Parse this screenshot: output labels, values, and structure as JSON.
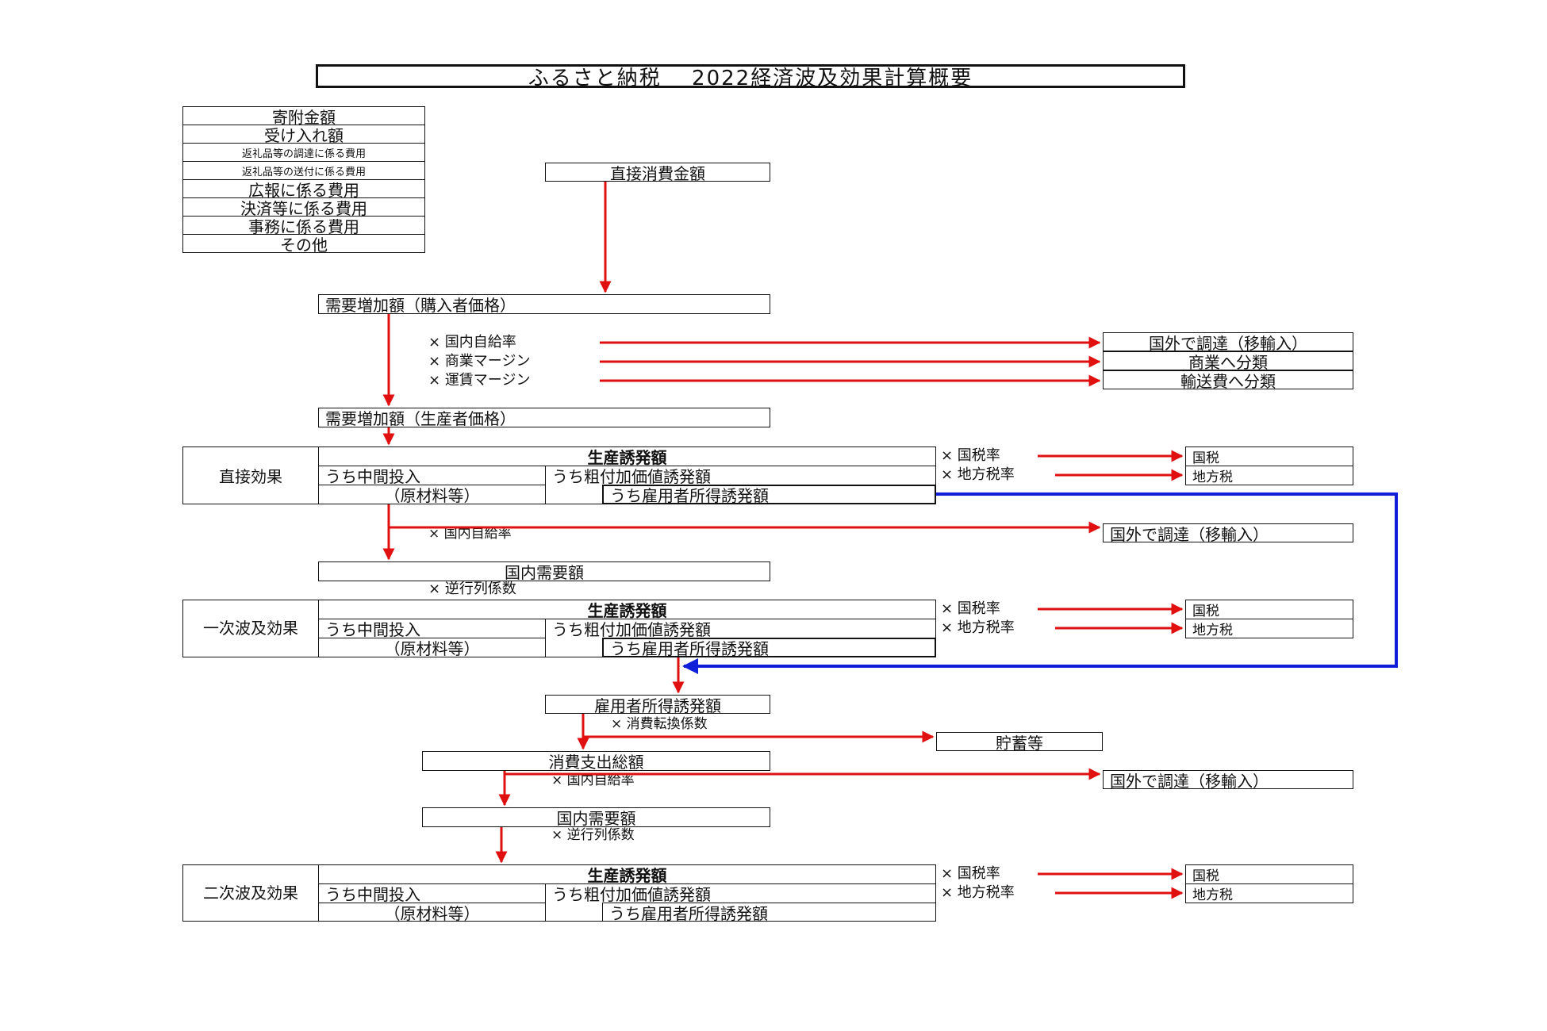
{
  "title": "ふるさと納税　 2022経済波及効果計算概要",
  "expense_list": [
    "寄附金額",
    "受け入れ額",
    "返礼品等の調達に係る費用",
    "返礼品等の送付に係る費用",
    "広報に係る費用",
    "決済等に係る費用",
    "事務に係る費用",
    "その他"
  ],
  "direct_consumption": "直接消費金額",
  "demand_purchaser": "需要増加額（購入者価格）",
  "multipliers_1": {
    "self_sufficiency": "× 国内自給率",
    "commercial_margin": "× 商業マージン",
    "transport_margin": "× 運賃マージン"
  },
  "outcomes_1": {
    "import": "国外で調達（移輸入）",
    "commercial": "商業へ分類",
    "transport": "輸送費へ分類"
  },
  "demand_producer": "需要増加額（生産者価格）",
  "direct_effect": {
    "label": "直接効果",
    "production": "生産誘発額",
    "intermediate": "うち中間投入",
    "materials": "（原材料等）",
    "value_added": "うち粗付加価値誘発額",
    "employee_income": "うち雇用者所得誘発額"
  },
  "tax": {
    "national_rate": "× 国税率",
    "local_rate": "× 地方税率",
    "national": "国税",
    "local": "地方税"
  },
  "self_sufficiency_2": "× 国内自給率",
  "import_2": "国外で調達（移輸入）",
  "domestic_demand_1": "国内需要額",
  "inverse_1": "× 逆行列係数",
  "first_effect": {
    "label": "一次波及効果",
    "production": "生産誘発額",
    "intermediate": "うち中間投入",
    "materials": "（原材料等）",
    "value_added": "うち粗付加価値誘発額",
    "employee_income": "うち雇用者所得誘発額"
  },
  "employee_income_total": "雇用者所得誘発額",
  "consumption_conversion": "× 消費転換係数",
  "savings": "貯蓄等",
  "consumption_total": "消費支出総額",
  "self_sufficiency_3": "× 国内自給率",
  "import_3": "国外で調達（移輸入）",
  "domestic_demand_2": "国内需要額",
  "inverse_2": "× 逆行列係数",
  "second_effect": {
    "label": "二次波及効果",
    "production": "生産誘発額",
    "intermediate": "うち中間投入",
    "materials": "（原材料等）",
    "value_added": "うち粗付加価値誘発額",
    "employee_income": "うち雇用者所得誘発額"
  },
  "colors": {
    "flow_arrow": "#e01010",
    "feedback_line": "#1020d8",
    "border": "#111111"
  }
}
